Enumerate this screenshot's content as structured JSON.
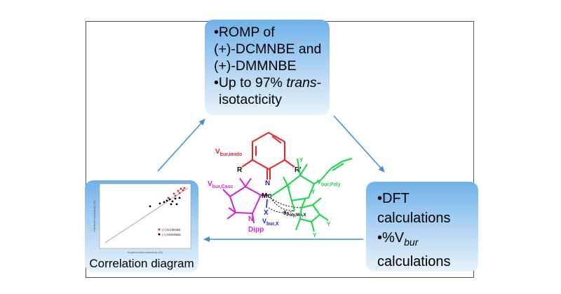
{
  "top_box": {
    "bullet": "•",
    "lines": [
      "ROMP of",
      "(+)-DCMNBE and",
      "(+)-DMMNBE",
      "Up to 97% ",
      "isotacticity"
    ],
    "trans_word": "trans",
    "trans_suffix": "-"
  },
  "right_box": {
    "bullet": "•",
    "line1": "DFT",
    "line2": "calculations",
    "line3_prefix": "%V",
    "line3_sub": "bur",
    "line4": "calculations"
  },
  "left_box": {
    "title": "Correlation diagram",
    "legend": [
      "(+)-DCMNBE",
      "(+)-DMMNBE"
    ],
    "xlabel": "Experimental isotacticity (%)",
    "ylabel": "Predicted isotacticity (%)"
  },
  "structure_labels": {
    "vbur_imido_main": "V",
    "vbur_imido_sub": "bur,imido",
    "vbur_casc_main": "V",
    "vbur_casc_sub": "bur,Casc",
    "vbur_poly_main": "V",
    "vbur_poly_sub": "bur,Poly",
    "vbur_x_main": "V",
    "vbur_x_sub": "bur,X",
    "theta_main": "θ",
    "theta_sub": "Poly,Mo,X",
    "R": "R",
    "R_prime": "R'",
    "N": "N",
    "Mo": "Mo",
    "X": "X",
    "Y": "Y",
    "N_ring": "N",
    "Dipp": "Dipp"
  },
  "colors": {
    "box_dark": "#6fb1e8",
    "box_light": "#e9f3fc",
    "arrow": "#3f8fd2",
    "imido": "#e8232a",
    "casc": "#d61fd6",
    "poly": "#16d648",
    "x_group": "#2323d6"
  }
}
